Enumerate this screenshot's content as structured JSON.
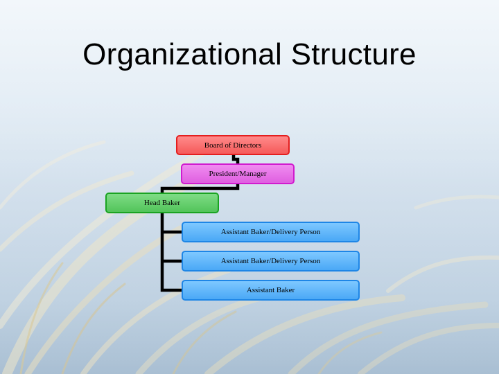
{
  "slide": {
    "title": "Organizational Structure"
  },
  "org_chart": {
    "board": "Board of Directors",
    "president": "President/Manager",
    "head_baker": "Head Baker",
    "assistants": [
      "Assistant Baker/Delivery Person",
      "Assistant Baker/Delivery Person",
      "Assistant Baker"
    ]
  },
  "colors": {
    "board": "#f55a5a",
    "president": "#df5fe0",
    "head_baker": "#52c45a",
    "assistant": "#4aa8f6",
    "connector": "#000000"
  }
}
